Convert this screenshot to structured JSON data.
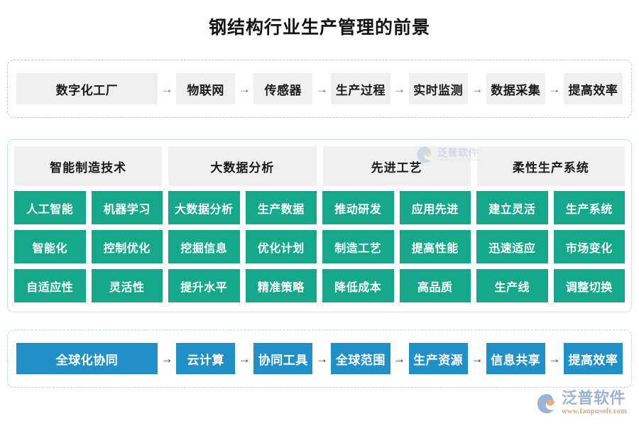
{
  "page": {
    "title": "钢结构行业生产管理的前景",
    "background": "#ffffff"
  },
  "colors": {
    "green": "#15a88b",
    "blue": "#2190c8",
    "gray_box": "#f0f0f0",
    "text_dark": "#1a1a1a",
    "arrow": "#6b6b6b",
    "frame_gray": "#c8c8c8",
    "frame_green": "#c7e8e1",
    "frame_blue": "#b9d9ea",
    "logo_blue": "#9bb4d6",
    "logo_orange": "#e0a678"
  },
  "top_flow": {
    "arrow_glyph": "→",
    "lead": "数字化工厂",
    "steps": [
      "物联网",
      "传感器",
      "生产过程",
      "实时监测",
      "数据采集",
      "提高效率"
    ]
  },
  "matrix": {
    "headers": [
      "智能制造技术",
      "大数据分析",
      "先进工艺",
      "柔性生产系统"
    ],
    "rows": [
      [
        "人工智能",
        "机器学习",
        "大数据分析",
        "生产数据",
        "推动研发",
        "应用先进",
        "建立灵活",
        "生产系统"
      ],
      [
        "智能化",
        "控制优化",
        "挖掘信息",
        "优化计划",
        "制造工艺",
        "提高性能",
        "迅速适应",
        "市场变化"
      ],
      [
        "自适应性",
        "灵活性",
        "提升水平",
        "精准策略",
        "降低成本",
        "高品质",
        "生产线",
        "调整切换"
      ]
    ]
  },
  "bottom_flow": {
    "arrow_glyph": "→",
    "lead": "全球化协同",
    "steps": [
      "云计算",
      "协同工具",
      "全球范围",
      "生产资源",
      "信息共享",
      "提高效率"
    ]
  },
  "watermark": {
    "name_cn": "泛普软件",
    "name_en": "FANPU SOFTWARE"
  },
  "logo": {
    "name_cn": "泛普软件",
    "url": "www.fanpusoft.com"
  }
}
